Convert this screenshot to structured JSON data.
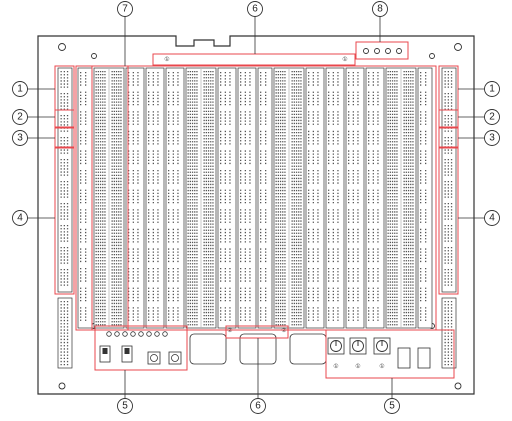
{
  "figure": {
    "callouts": {
      "left": [
        "1",
        "2",
        "3",
        "4"
      ],
      "right": [
        "1",
        "2",
        "3",
        "4"
      ],
      "top": [
        "7",
        "6",
        "8"
      ],
      "bottom": [
        "5",
        "6",
        "5"
      ]
    },
    "inline_marks": [
      "①",
      "①",
      "②",
      "②",
      "①",
      "①",
      "①"
    ]
  },
  "colors": {
    "outline": "#333333",
    "callout_box": "#e8474c",
    "dot": "#555555"
  }
}
